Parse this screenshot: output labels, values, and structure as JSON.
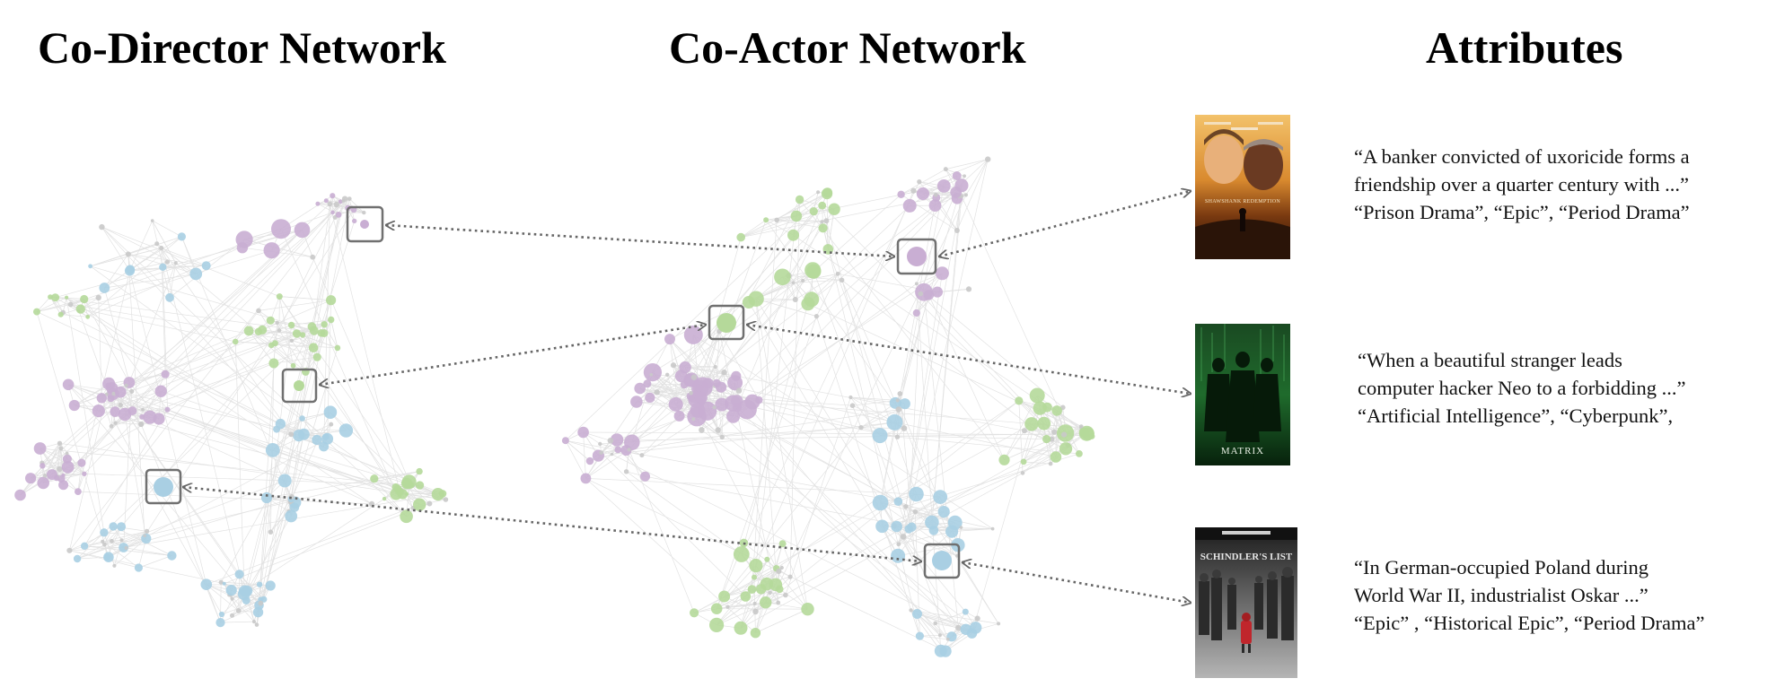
{
  "headings": {
    "co_director": "Co-Director Network",
    "co_actor": "Co-Actor Network",
    "attributes": "Attributes"
  },
  "colors": {
    "purple": "#c9aed3",
    "green": "#b5d99a",
    "blue": "#a9cfe3",
    "gray_small": "#c9c9c9",
    "edge": "#e2e2e2",
    "arrow": "#666666",
    "box": "#707070"
  },
  "movies": [
    {
      "poster_title": "SHAWSHANK REDEMPTION",
      "description_lines": [
        "“A banker convicted of uxoricide forms a",
        "friendship over a quarter century with  ...”",
        "“Prison Drama”, “Epic”, “Period Drama”"
      ]
    },
    {
      "poster_title": "MATRIX",
      "description_lines": [
        "“When a beautiful stranger leads",
        "computer hacker Neo to a forbidding  ...”",
        "“Artificial Intelligence”, “Cyberpunk”,"
      ]
    },
    {
      "poster_title": "SCHINDLER'S LIST",
      "description_lines": [
        "“In German-occupied Poland during",
        "World War II, industrialist Oskar   ...”",
        "“Epic” , “Historical Epic”, “Period Drama”"
      ]
    }
  ]
}
